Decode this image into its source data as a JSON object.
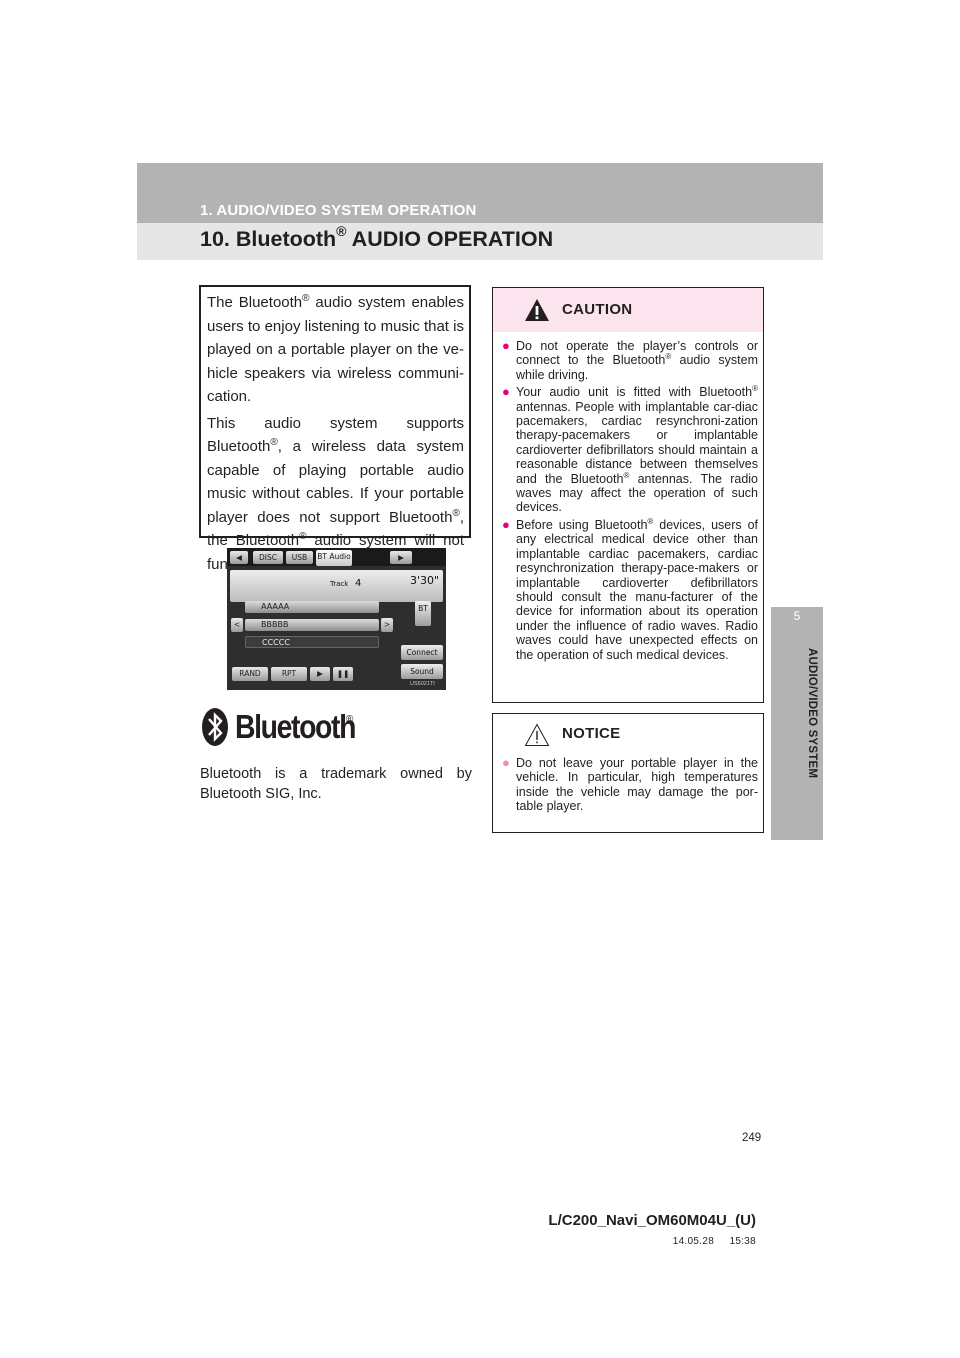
{
  "header": {
    "section": "1. AUDIO/VIDEO SYSTEM OPERATION",
    "title_pre": "10. Bluetooth",
    "title_reg": "®",
    "title_post": " AUDIO OPERATION"
  },
  "side_tab": {
    "number": "5",
    "label": "AUDIO/VIDEO SYSTEM"
  },
  "intro": {
    "p1_pre": "The Bluetooth",
    "p1_post": " audio system enables users to enjoy listening to music that is played on a portable player on the ve-hicle speakers via wireless communi-cation.",
    "p2_a": "This audio system supports Bluetooth",
    "p2_b": ", a wireless data system capable of playing portable audio music without cables. If your portable player does not support Bluetooth",
    "p2_c": ", the Bluetooth",
    "p2_d": " audio system will not function.",
    "reg": "®"
  },
  "screen": {
    "tabs": [
      "DISC",
      "USB",
      "BT Audio"
    ],
    "track_label": "Track",
    "track_number": "4",
    "time": "3'30\"",
    "rows": [
      "AAAAA",
      "BBBBB",
      "CCCCC"
    ],
    "side_buttons": [
      "BT",
      "Connect",
      "Sound"
    ],
    "bottom_buttons": [
      "RAND",
      "RPT"
    ],
    "image_code": "US5021TI"
  },
  "logo": {
    "word": "Bluetooth",
    "reg": "®"
  },
  "trademark_note": "Bluetooth is a trademark owned by Bluetooth SIG, Inc.",
  "caution": {
    "title": "CAUTION",
    "b1_pre": "Do not operate the player’s controls or connect to the Bluetooth",
    "b1_post": " audio system while driving.",
    "b2_pre": "Your audio unit is fitted with Bluetooth",
    "b2_mid": " antennas. People with implantable car-diac pacemakers, cardiac resynchroni-zation therapy-pacemakers or implantable cardioverter defibrillators should maintain a reasonable distance between themselves and the Bluetooth",
    "b2_post": " antennas. The radio waves may affect the operation of such devices.",
    "b3_pre": "Before using Bluetooth",
    "b3_post": " devices, users of any electrical medical device other than implantable cardiac pacemakers, cardiac resynchronization therapy-pace-makers or implantable cardioverter defibrillators should consult the manu-facturer of the device for information about its operation under the influence of radio waves. Radio waves could have unexpected effects on the operation of such medical devices.",
    "reg": "®"
  },
  "notice": {
    "title": "NOTICE",
    "b1": "Do not leave your portable player in the vehicle. In particular, high temperatures inside the vehicle may damage the por-table player."
  },
  "footer": {
    "page": "249",
    "doc_code": "L/C200_Navi_OM60M04U_(U)",
    "date_time": "14.05.28     15:38"
  },
  "colors": {
    "header_gray": "#b3b3b3",
    "title_band": "#e6e6e6",
    "caution_pink": "#fce4ef",
    "bullet_magenta": "#e4007f"
  }
}
